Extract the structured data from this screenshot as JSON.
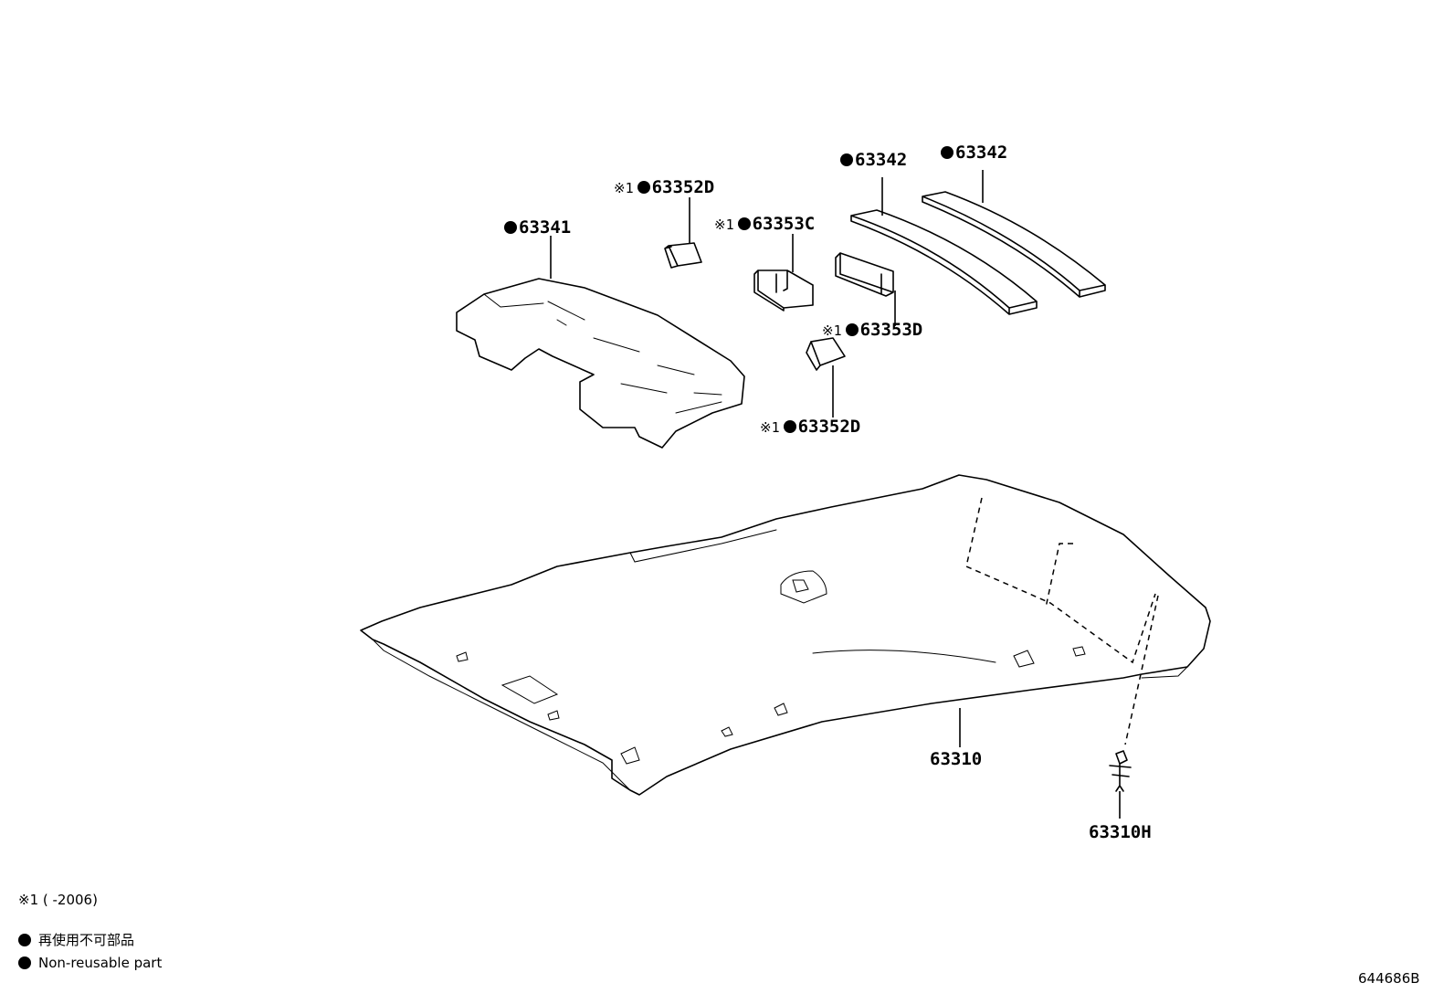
{
  "parts": {
    "p63341": {
      "code": "63341",
      "non_reusable": true
    },
    "p63352d_top": {
      "code": "63352D",
      "non_reusable": true,
      "note": "※1"
    },
    "p63353c": {
      "code": "63353C",
      "non_reusable": true,
      "note": "※1"
    },
    "p63342_a": {
      "code": "63342",
      "non_reusable": true
    },
    "p63342_b": {
      "code": "63342",
      "non_reusable": true
    },
    "p63353d": {
      "code": "63353D",
      "non_reusable": true,
      "note": "※1"
    },
    "p63352d_bottom": {
      "code": "63352D",
      "non_reusable": true,
      "note": "※1"
    },
    "p63310": {
      "code": "63310"
    },
    "p63310h": {
      "code": "63310H"
    }
  },
  "legend": {
    "note1": "※1 (      -2006)",
    "jp": "再使用不可部品",
    "en": "Non-reusable part"
  },
  "doc_id": "644686B"
}
